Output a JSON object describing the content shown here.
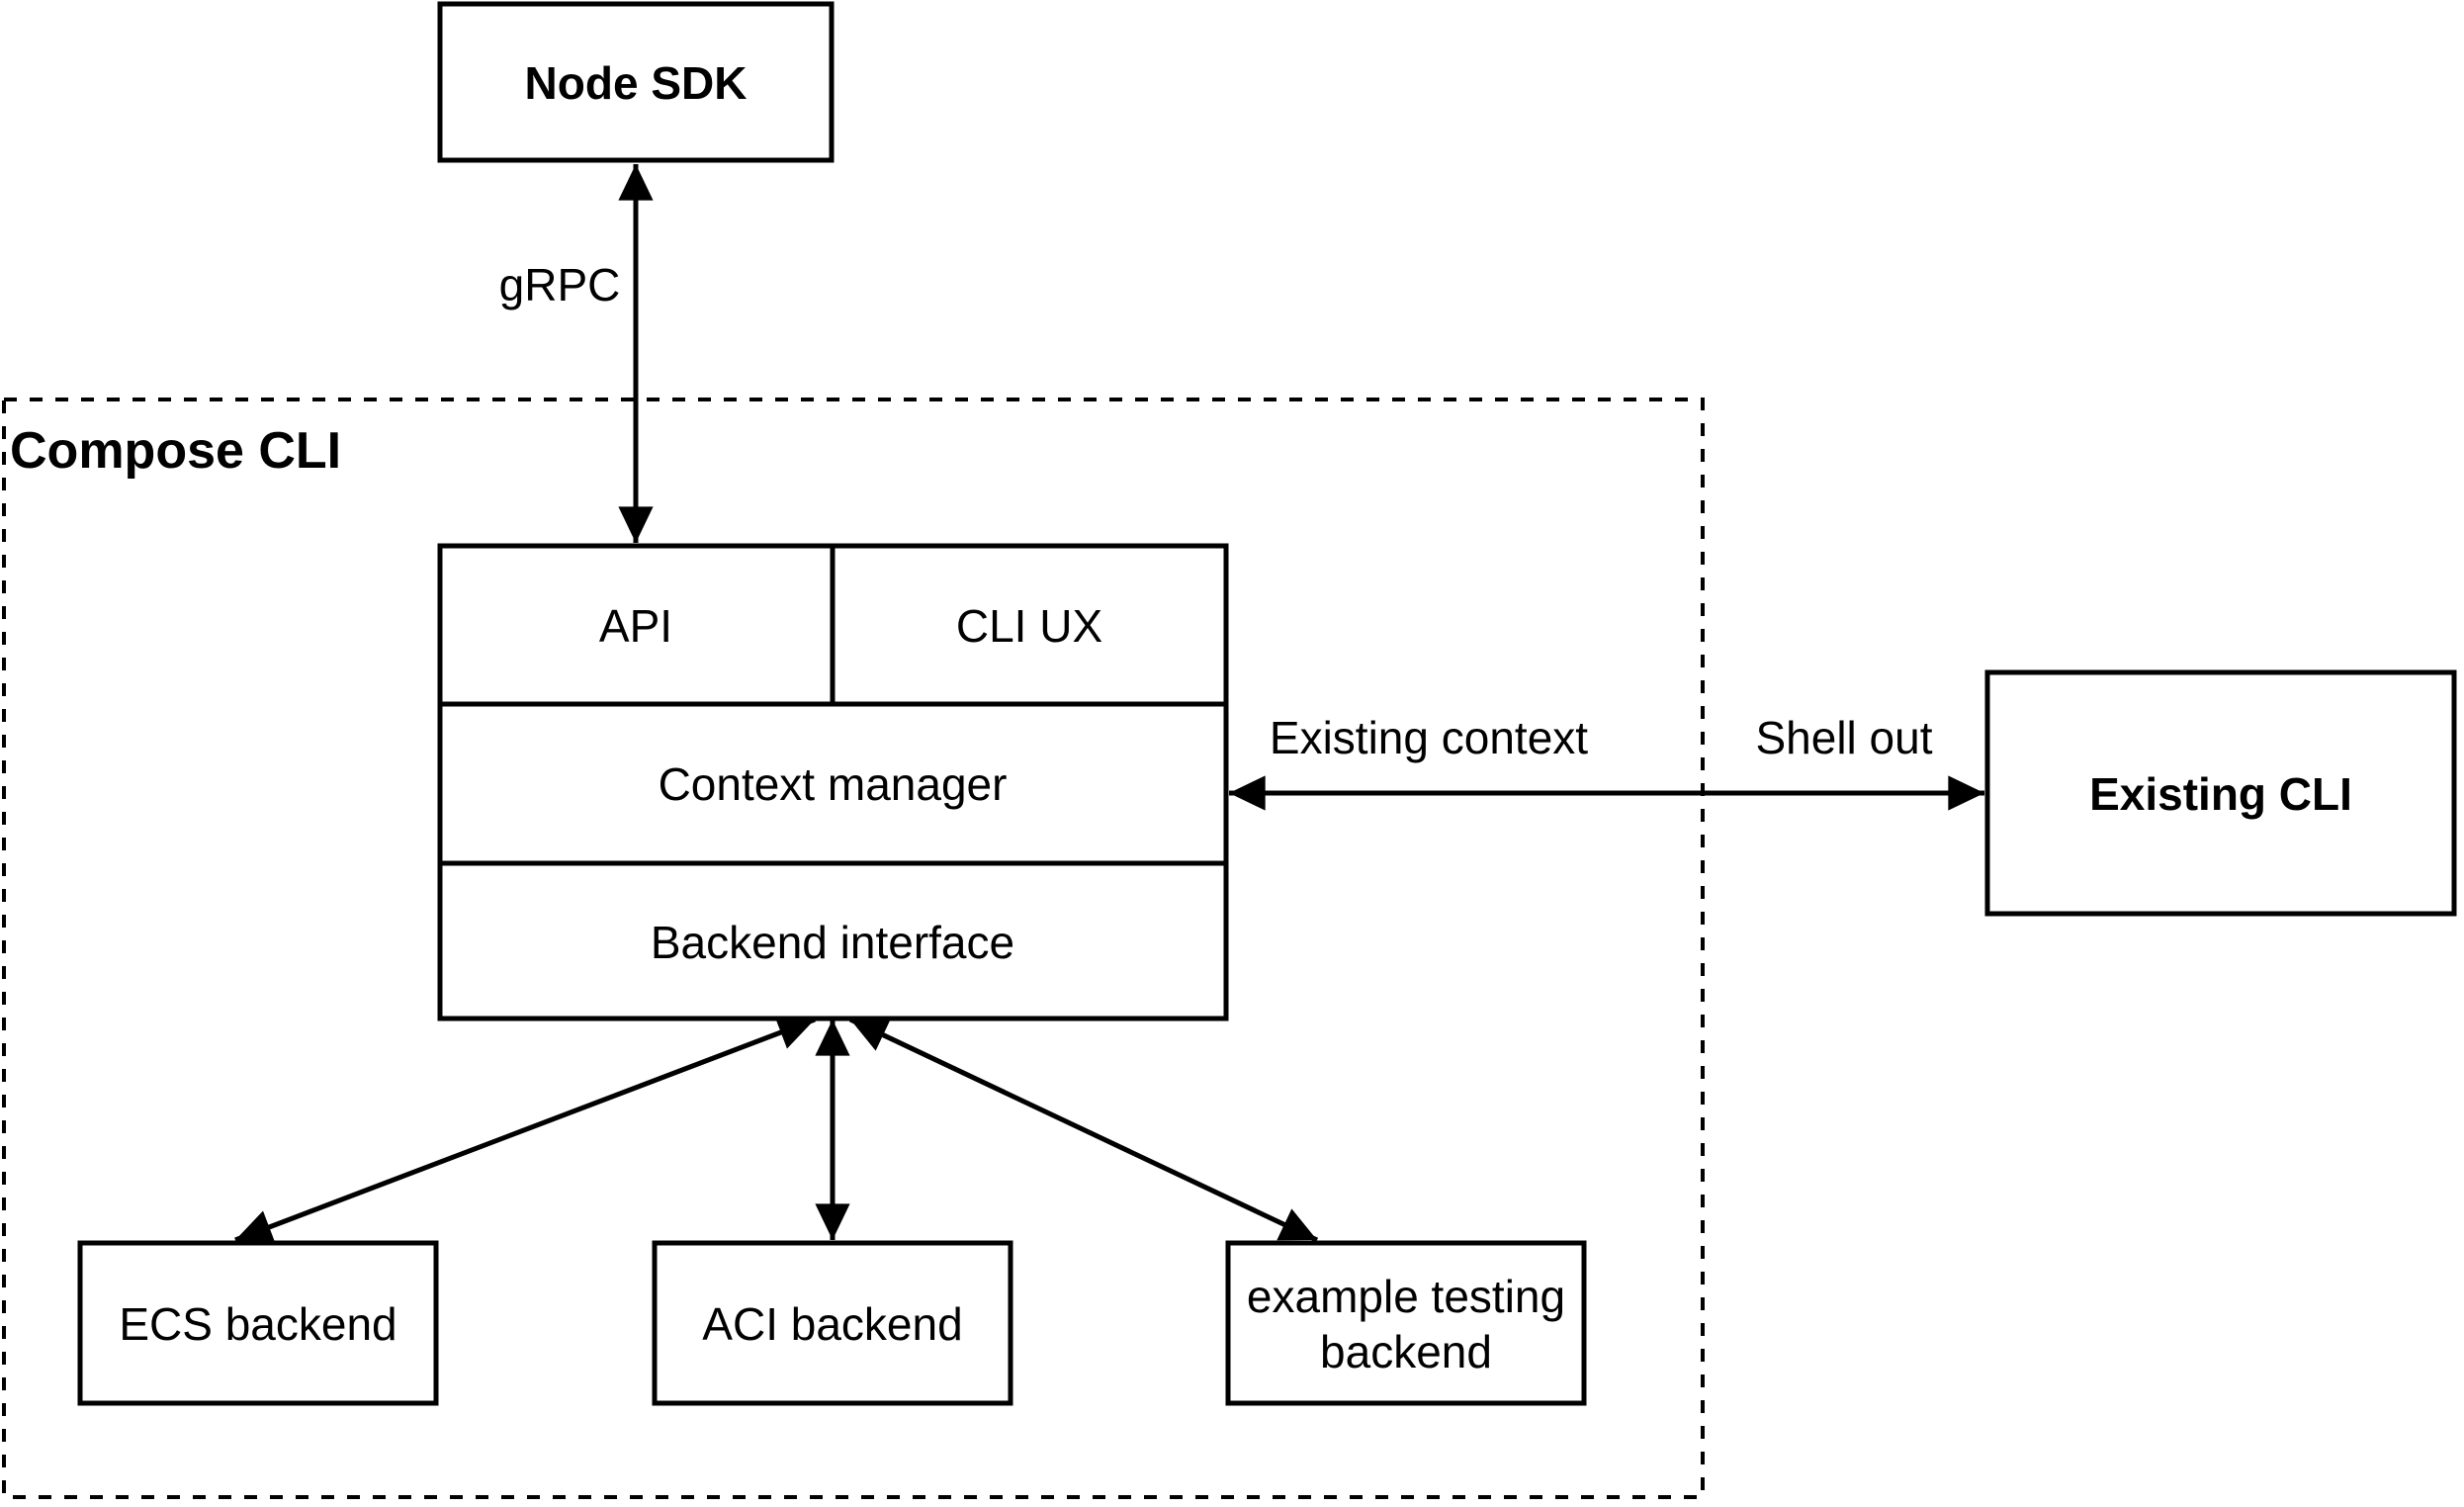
{
  "diagram": {
    "colors": {
      "stroke": "#000000",
      "background": "#ffffff"
    },
    "container": {
      "label": "Compose CLI"
    },
    "nodes": {
      "node_sdk": {
        "label": "Node SDK"
      },
      "api": {
        "label": "API"
      },
      "cli_ux": {
        "label": "CLI UX"
      },
      "context_manager": {
        "label": "Context manager"
      },
      "backend_interface": {
        "label": "Backend interface"
      },
      "ecs_backend": {
        "label": "ECS backend"
      },
      "aci_backend": {
        "label": "ACI backend"
      },
      "example_testing_backend": {
        "lines": [
          "example testing",
          "backend"
        ]
      },
      "existing_cli": {
        "label": "Existing CLI"
      }
    },
    "edges": {
      "grpc": {
        "label": "gRPC",
        "style": "bidirectional-arrow"
      },
      "existing_context": {
        "label": "Existing context",
        "style": "bidirectional-arrow"
      },
      "shell_out": {
        "label": "Shell out"
      },
      "backend_links": {
        "style": "bidirectional-arrow"
      }
    }
  }
}
